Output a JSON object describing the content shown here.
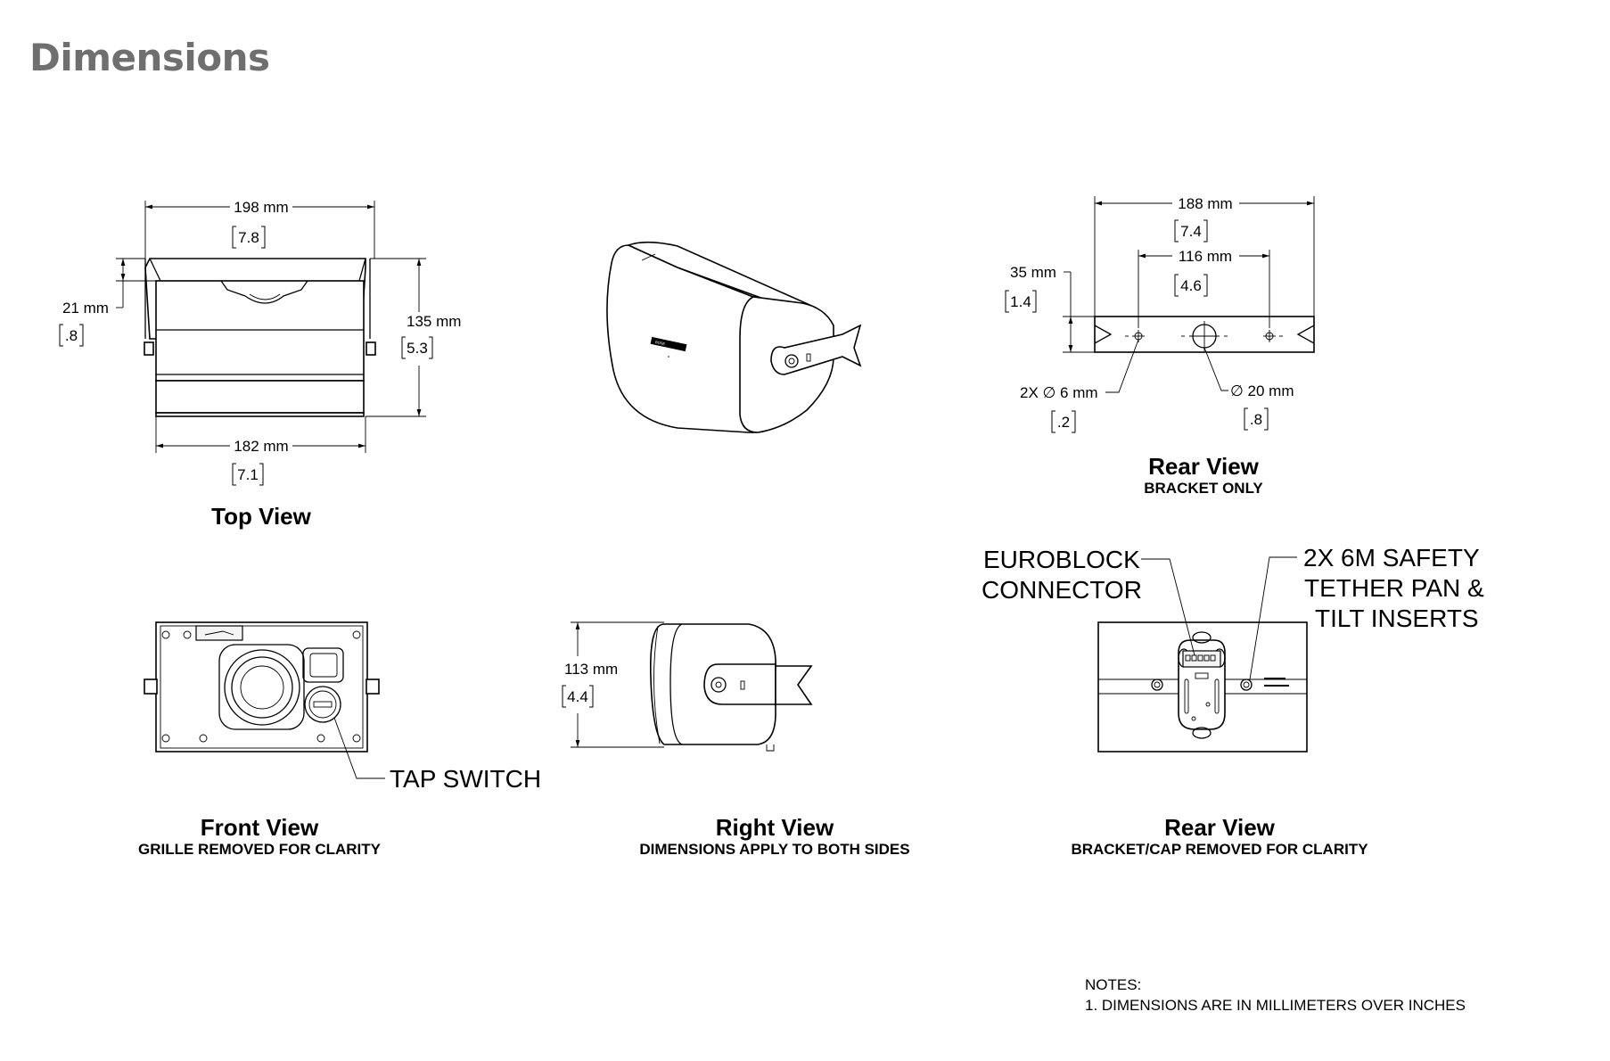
{
  "title": "Dimensions",
  "top_view": {
    "title": "Top View",
    "width_top": "198 mm",
    "width_top_in": "7.8",
    "depth_small": "21 mm",
    "depth_small_in": ".8",
    "height": "135 mm",
    "height_in": "5.3",
    "width_bottom": "182 mm",
    "width_bottom_in": "7.1"
  },
  "rear_bracket": {
    "title": "Rear View",
    "subtitle": "BRACKET ONLY",
    "overall": "188 mm",
    "overall_in": "7.4",
    "hole_span": "116 mm",
    "hole_span_in": "4.6",
    "height": "35 mm",
    "height_in": "1.4",
    "holes": "2X ∅ 6 mm",
    "holes_in": ".2",
    "center_hole": "∅ 20 mm",
    "center_hole_in": ".8"
  },
  "front_view": {
    "title": "Front View",
    "subtitle": "GRILLE REMOVED FOR CLARITY",
    "callout": "TAP SWITCH"
  },
  "right_view": {
    "title": "Right View",
    "subtitle": "DIMENSIONS APPLY TO BOTH SIDES",
    "height": "113 mm",
    "height_in": "4.4"
  },
  "rear_view": {
    "title": "Rear View",
    "subtitle": "BRACKET/CAP REMOVED FOR CLARITY",
    "callout_left_1": "EUROBLOCK",
    "callout_left_2": "CONNECTOR",
    "callout_right_1": "2X 6M SAFETY",
    "callout_right_2": "TETHER PAN &",
    "callout_right_3": "TILT INSERTS"
  },
  "iso_view": {
    "logo": "BOSE"
  },
  "notes": {
    "heading": "NOTES:",
    "line1": "1. DIMENSIONS ARE IN MILLIMETERS OVER INCHES"
  }
}
